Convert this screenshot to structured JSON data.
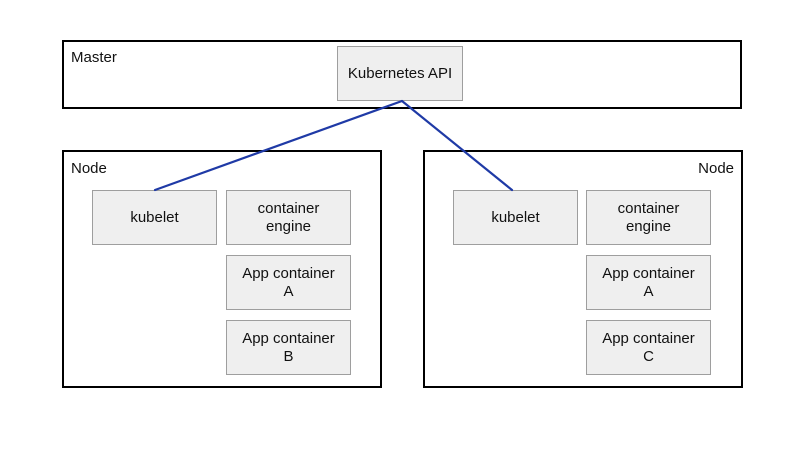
{
  "master": {
    "label": "Master",
    "api": "Kubernetes API"
  },
  "nodes": [
    {
      "label": "Node",
      "kubelet": "kubelet",
      "engine_line1": "container",
      "engine_line2": "engine",
      "apps": [
        {
          "line1": "App container",
          "line2": "A"
        },
        {
          "line1": "App container",
          "line2": "B"
        }
      ]
    },
    {
      "label": "Node",
      "kubelet": "kubelet",
      "engine_line1": "container",
      "engine_line2": "engine",
      "apps": [
        {
          "line1": "App container",
          "line2": "A"
        },
        {
          "line1": "App container",
          "line2": "C"
        }
      ]
    }
  ],
  "colors": {
    "connector": "#1f3aa6",
    "box_fill": "#efefef",
    "box_border": "#9e9e9e"
  }
}
